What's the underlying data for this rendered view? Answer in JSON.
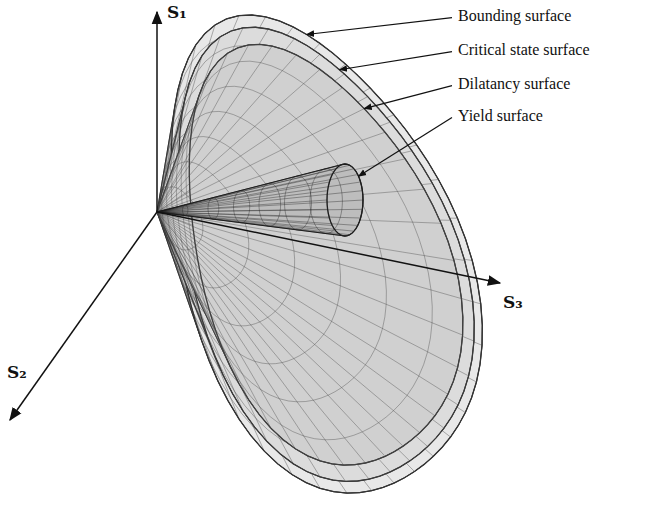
{
  "diagram": {
    "labels": [
      "Bounding surface",
      "Critical state surface",
      "Dilatancy surface",
      "Yield surface",
      "S₁",
      "S₂",
      "S₃"
    ]
  }
}
